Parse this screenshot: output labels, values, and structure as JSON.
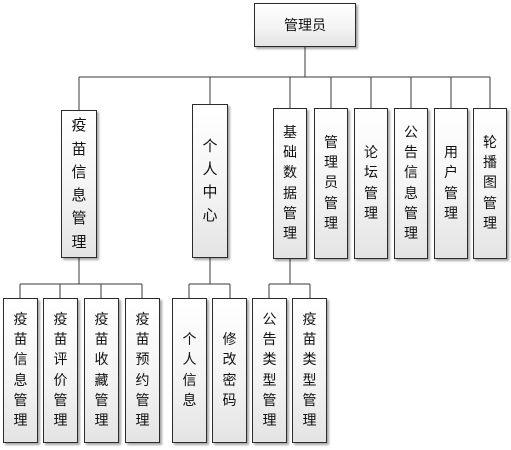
{
  "nodes": {
    "root": "管理员",
    "vaccine_info_mgmt": "疫苗信息管理",
    "personal_center": "个人中心",
    "base_data_mgmt": "基础数据管理",
    "admin_mgmt": "管理员管理",
    "forum_mgmt": "论坛管理",
    "announcement_mgmt": "公告信息管理",
    "user_mgmt": "用户管理",
    "carousel_mgmt": "轮播图管理",
    "vaccine_info_sub": "疫苗信息管理",
    "vaccine_review_mgmt": "疫苗评价管理",
    "vaccine_favorite_mgmt": "疫苗收藏管理",
    "vaccine_booking_mgmt": "疫苗预约管理",
    "personal_info": "个人信息",
    "change_password": "修改密码",
    "announcement_type_mgmt": "公告类型管理",
    "vaccine_type_mgmt": "疫苗类型管理"
  }
}
